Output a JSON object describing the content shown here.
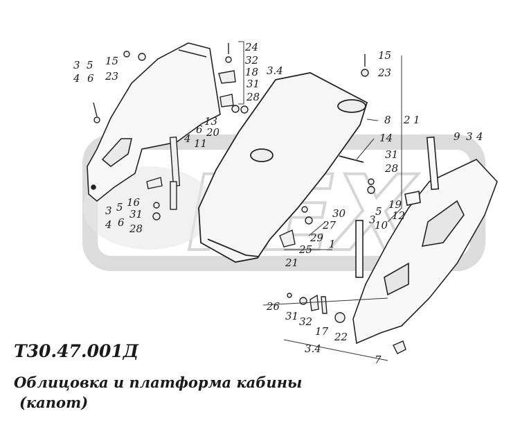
{
  "watermark": {
    "text": "РЕХ",
    "color": "#d6d6d6"
  },
  "document": {
    "code": "Т30.47.001Д",
    "caption_line_1": "Облицовка и платформа кабины",
    "caption_line_2": "(капот)"
  },
  "callouts": [
    "3",
    "5",
    "15",
    "4",
    "6",
    "23",
    "24",
    "32",
    "18",
    "3.4",
    "31",
    "28",
    "13",
    "6",
    "20",
    "4",
    "11",
    "15",
    "23",
    "8",
    "2",
    "1",
    "14",
    "9",
    "3",
    "4",
    "31",
    "28",
    "16",
    "3",
    "5",
    "31",
    "4",
    "6",
    "28",
    "30",
    "27",
    "29",
    "25",
    "21",
    "1",
    "5",
    "19",
    "3",
    "10",
    "12",
    "26",
    "31",
    "32",
    "17",
    "22",
    "3.4",
    "7"
  ]
}
